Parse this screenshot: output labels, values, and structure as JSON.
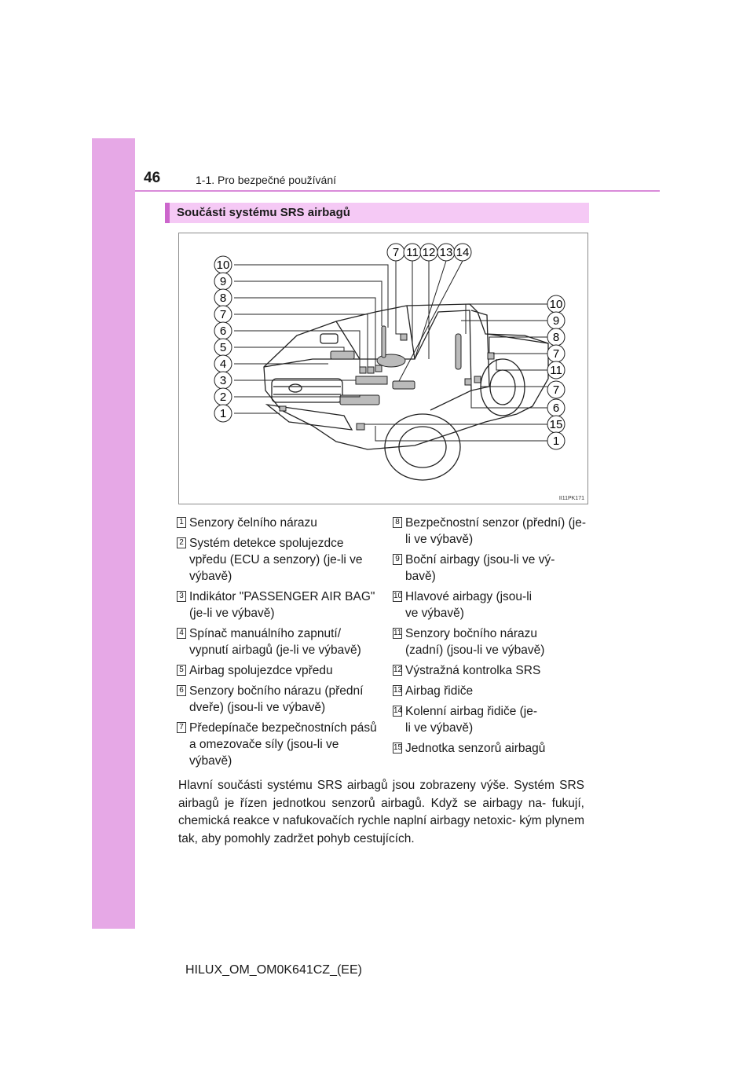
{
  "header": {
    "page_number": "46",
    "section": "1-1. Pro bezpečné používání"
  },
  "heading": "Součásti systému SRS airbagů",
  "figure": {
    "id": "II11PK171",
    "callouts_left": [
      "10",
      "9",
      "8",
      "7",
      "6",
      "5",
      "4",
      "3",
      "2",
      "1"
    ],
    "callouts_top": [
      "7",
      "11",
      "12",
      "13",
      "14"
    ],
    "callouts_right": [
      "10",
      "9",
      "8",
      "7",
      "11",
      "7",
      "6",
      "15",
      "1"
    ]
  },
  "legend_left": [
    {
      "num": "1",
      "text": "Senzory čelního nárazu"
    },
    {
      "num": "2",
      "text": "Systém detekce spolujezdce vpředu (ECU a senzory) (je-li ve výbavě)"
    },
    {
      "num": "3",
      "text": "Indikátor \"PASSENGER AIR BAG\" (je-li ve výbavě)"
    },
    {
      "num": "4",
      "text": "Spínač manuálního zapnutí/ vypnutí airbagů (je-li ve výbavě)"
    },
    {
      "num": "5",
      "text": "Airbag spolujezdce vpředu"
    },
    {
      "num": "6",
      "text": "Senzory bočního nárazu (přední dveře) (jsou-li ve výbavě)"
    },
    {
      "num": "7",
      "text": "Předepínače bezpečnostních pásů a omezovače síly (jsou-li ve výbavě)"
    }
  ],
  "legend_right": [
    {
      "num": "8",
      "text": "Bezpečnostní senzor (přední) (je-li ve výbavě)"
    },
    {
      "num": "9",
      "text": "Boční airbagy (jsou-li ve vý- bavě)"
    },
    {
      "num": "10",
      "text": "Hlavové airbagy (jsou-li ve výbavě)"
    },
    {
      "num": "11",
      "text": "Senzory bočního nárazu (zadní) (jsou-li ve výbavě)"
    },
    {
      "num": "12",
      "text": "Výstražná kontrolka SRS"
    },
    {
      "num": "13",
      "text": "Airbag řidiče"
    },
    {
      "num": "14",
      "text": "Kolenní airbag řidiče (je-li ve výbavě)"
    },
    {
      "num": "15",
      "text": "Jednotka senzorů airbagů"
    }
  ],
  "body_text": "Hlavní součásti systému SRS airbagů jsou zobrazeny výše. Systém SRS airbagů je řízen jednotkou senzorů airbagů. Když se airbagy na- fukují, chemická reakce v nafukovačích rychle naplní airbagy netoxic- kým plynem tak, aby pomohly zadržet pohyb cestujících.",
  "footer": "HILUX_OM_OM0K641CZ_(EE)"
}
